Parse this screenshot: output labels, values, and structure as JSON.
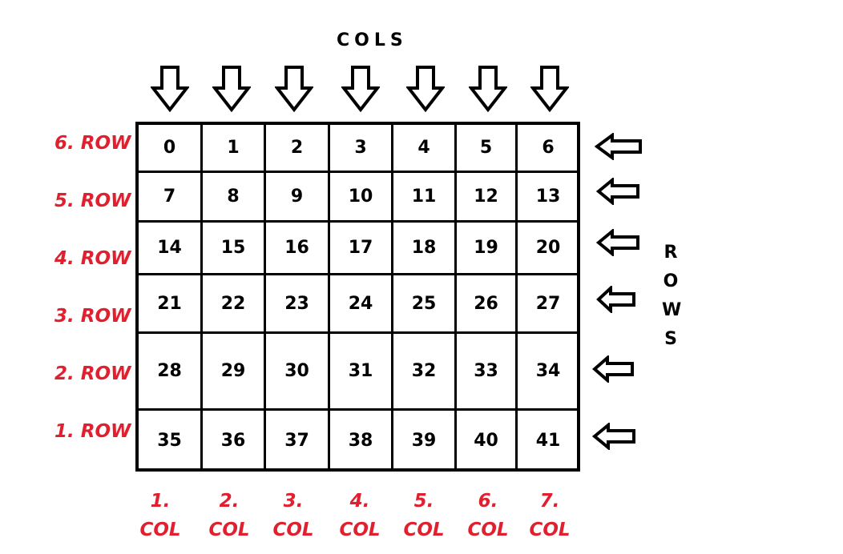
{
  "cols_title": "COLS",
  "rows_title": [
    "R",
    "O",
    "W",
    "S"
  ],
  "cells": [
    [
      "0",
      "1",
      "2",
      "3",
      "4",
      "5",
      "6"
    ],
    [
      "7",
      "8",
      "9",
      "10",
      "11",
      "12",
      "13"
    ],
    [
      "14",
      "15",
      "16",
      "17",
      "18",
      "19",
      "20"
    ],
    [
      "21",
      "22",
      "23",
      "24",
      "25",
      "26",
      "27"
    ],
    [
      "28",
      "29",
      "30",
      "31",
      "32",
      "33",
      "34"
    ],
    [
      "35",
      "36",
      "37",
      "38",
      "39",
      "40",
      "41"
    ]
  ],
  "row_labels": [
    "6. ROW",
    "5. ROW",
    "4. ROW",
    "3. ROW",
    "2. ROW",
    "1. ROW"
  ],
  "col_labels": [
    {
      "num": "1.",
      "word": "COL"
    },
    {
      "num": "2.",
      "word": "COL"
    },
    {
      "num": "3.",
      "word": "COL"
    },
    {
      "num": "4.",
      "word": "COL"
    },
    {
      "num": "5.",
      "word": "COL"
    },
    {
      "num": "6.",
      "word": "COL"
    },
    {
      "num": "7.",
      "word": "COL"
    }
  ],
  "colors": {
    "label": "#e0202e",
    "ink": "#000000"
  },
  "icons": {
    "down": "arrow-down-icon",
    "left": "arrow-left-icon"
  }
}
